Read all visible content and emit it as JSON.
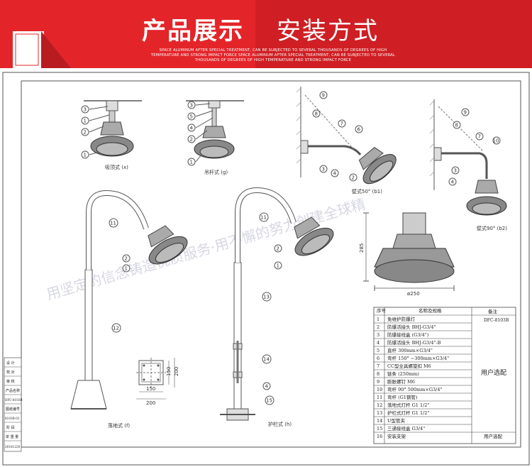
{
  "header": {
    "title_bold": "产品展示",
    "title_light": "安装方式",
    "subtitle": "SPACE ALUMINUM AFTER SPECIAL TREATMENT, CAN BE SUBJECTED TO SEVERAL THOUSANDS OF DEGREES OF HIGH TEMPERATURE AND STRONG IMPACT FORCE SPACE ALUMINUM AFTER SPECIAL TREATMENT, CAN BE SUBJECTED TO SEVERAL THOUSANDS OF DEGREES OF HIGH TEMPERATURE AND STRONG IMPACT FORCE"
  },
  "views": {
    "ceiling": "吸顶式 (x)",
    "pendant": "吊杆式 (g)",
    "wall50": "壁式50° (b1)",
    "wall90": "壁式90° (b2)",
    "floor": "落地式 (f)",
    "guardrail": "护栏式 (h)"
  },
  "dimensions": {
    "height": "285",
    "diameter": "ø250",
    "base_150_h": "150",
    "base_200_h": "200",
    "base_150_v": "150",
    "base_200_v": "200"
  },
  "watermark": "用坚定的信念铸造优质服务·用不懈的努力创建全球精",
  "title_block": {
    "rows": [
      "设 计",
      "校 对",
      "审 核",
      "产品名称",
      "DFC-8103B",
      "图纸编号",
      "8103B-01",
      "阶 段",
      "单 重 量",
      "20181220"
    ]
  },
  "parts_table": {
    "header": [
      "序号",
      "名称及规格",
      "备注"
    ],
    "header_note": "DFC-8103B",
    "rows": [
      [
        "1",
        "免维护防爆灯",
        ""
      ],
      [
        "2",
        "防爆活接头 BHJ-G3/4\"",
        ""
      ],
      [
        "3",
        "防爆接线盒 (G3/4\")",
        ""
      ],
      [
        "4",
        "防爆活接头 BHJ-G3/4\"-B",
        ""
      ],
      [
        "5",
        "直杆 300mm×G3/4\"",
        ""
      ],
      [
        "6",
        "弯杆 150° ~300mm×G3/4\"",
        ""
      ],
      [
        "7",
        "CC型全具螺旋扣 M6",
        ""
      ],
      [
        "8",
        "链条 (250mm)",
        ""
      ],
      [
        "9",
        "膨胀螺钉 M6",
        ""
      ],
      [
        "10",
        "弯杆 90° 500mm×G3/4\"",
        ""
      ],
      [
        "11",
        "弯杆 (G1钢管)",
        ""
      ],
      [
        "12",
        "落地式灯杆 G1 1/2\"",
        ""
      ],
      [
        "13",
        "护栏式灯杆 G1 1/2\"",
        ""
      ],
      [
        "14",
        "U型管夹",
        ""
      ],
      [
        "15",
        "三通接线盒 G3/4\"",
        ""
      ],
      [
        "16",
        "安装支架",
        "用户选配"
      ]
    ],
    "merged_note": "用户选配"
  }
}
